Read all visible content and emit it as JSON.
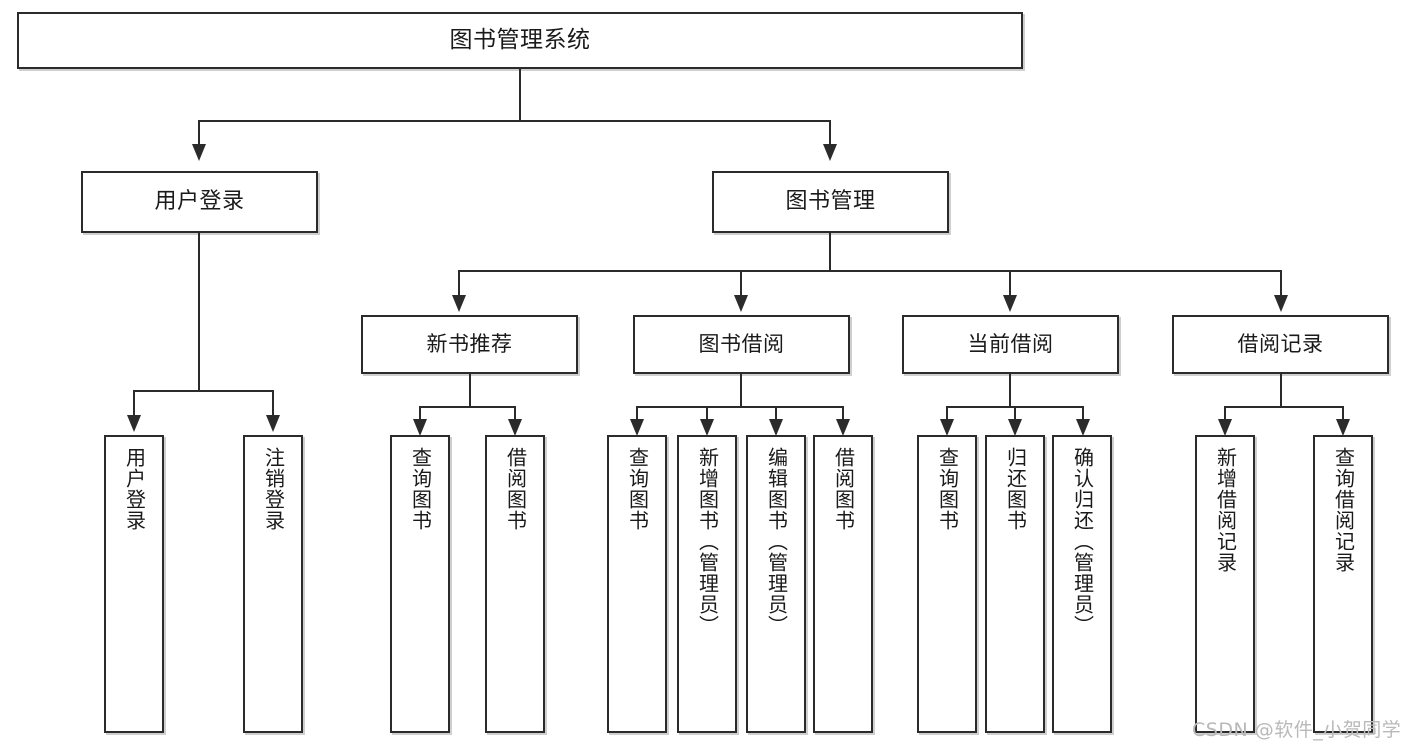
{
  "diagram": {
    "type": "tree-hierarchy-functional-structure",
    "title": "图书管理系统",
    "watermark": "CSDN @软件_小贺同学",
    "colors": {
      "stroke": "#2b2b2b",
      "fill": "#ffffff",
      "text": "#1a1a1a",
      "watermark": "#b9b9b9"
    },
    "nodes": {
      "root": {
        "label": "图书管理系统"
      },
      "level2": [
        {
          "id": "user-login",
          "label": "用户登录"
        },
        {
          "id": "book-management",
          "label": "图书管理"
        }
      ],
      "level3": [
        {
          "id": "new-book-recommend",
          "label": "新书推荐"
        },
        {
          "id": "book-borrow",
          "label": "图书借阅"
        },
        {
          "id": "current-borrow",
          "label": "当前借阅"
        },
        {
          "id": "borrow-record",
          "label": "借阅记录"
        }
      ],
      "leaves": {
        "user-login": [
          {
            "id": "leaf-user-login",
            "label": "用户登录"
          },
          {
            "id": "leaf-logout-login",
            "label": "注销登录"
          }
        ],
        "new-book-recommend": [
          {
            "id": "leaf-query-book-1",
            "label": "查询图书"
          },
          {
            "id": "leaf-borrow-book-1",
            "label": "借阅图书"
          }
        ],
        "book-borrow": [
          {
            "id": "leaf-query-book-2",
            "label": "查询图书"
          },
          {
            "id": "leaf-add-book",
            "label": "新增图书（管理员）"
          },
          {
            "id": "leaf-edit-book",
            "label": "编辑图书（管理员）"
          },
          {
            "id": "leaf-borrow-book-2",
            "label": "借阅图书"
          }
        ],
        "current-borrow": [
          {
            "id": "leaf-query-book-3",
            "label": "查询图书"
          },
          {
            "id": "leaf-return-book",
            "label": "归还图书"
          },
          {
            "id": "leaf-confirm-return",
            "label": "确认归还（管理员）"
          }
        ],
        "borrow-record": [
          {
            "id": "leaf-add-record",
            "label": "新增借阅记录"
          },
          {
            "id": "leaf-query-record",
            "label": "查询借阅记录"
          }
        ]
      }
    }
  }
}
